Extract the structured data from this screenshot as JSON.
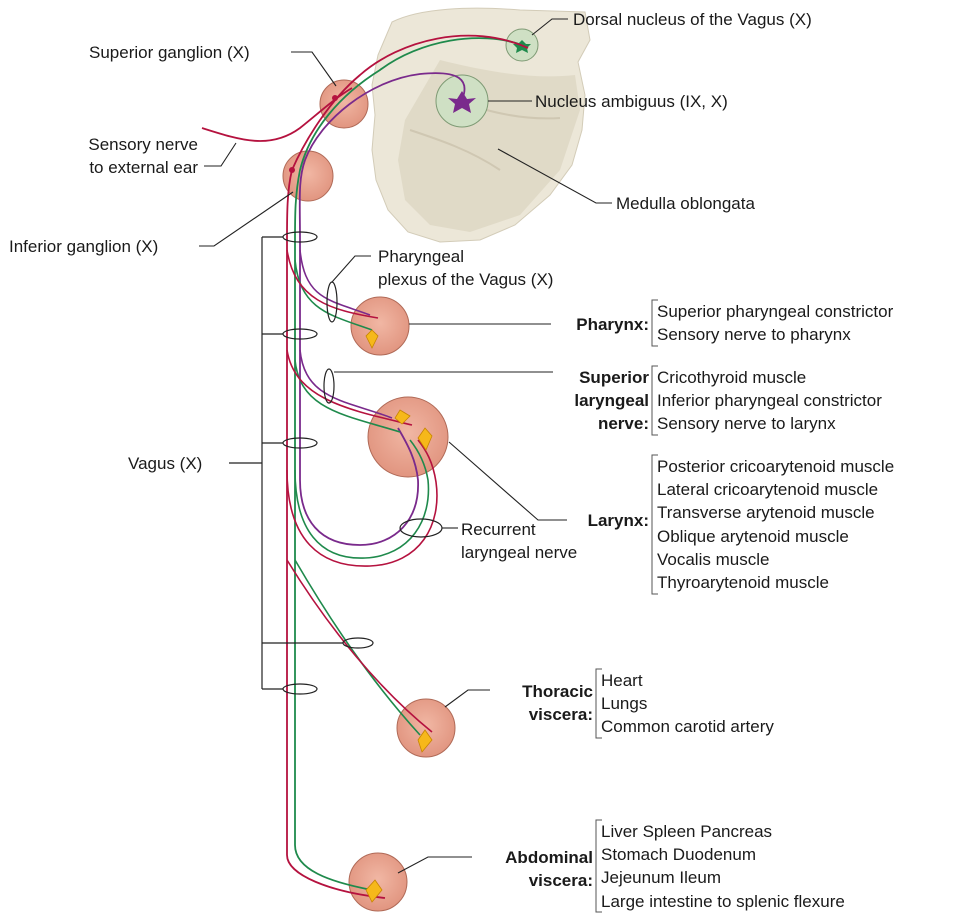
{
  "labels": {
    "dorsal_nucleus": "Dorsal nucleus of the Vagus (X)",
    "superior_ganglion": "Superior ganglion (X)",
    "nucleus_ambiguus": "Nucleus ambiguus (IX, X)",
    "sensory_nerve_ear": [
      "Sensory nerve",
      "to external ear"
    ],
    "medulla": "Medulla oblongata",
    "inferior_ganglion": "Inferior ganglion (X)",
    "pharyngeal_plexus": [
      "Pharyngeal",
      "plexus of the Vagus (X)"
    ],
    "vagus": "Vagus (X)",
    "recurrent": [
      "Recurrent",
      "laryngeal nerve"
    ]
  },
  "targets": {
    "pharynx": {
      "heading": [
        "Pharynx:"
      ],
      "items": [
        "Superior pharyngeal constrictor",
        "Sensory nerve to pharynx"
      ]
    },
    "superior_laryngeal": {
      "heading": [
        "Superior",
        "laryngeal",
        "nerve:"
      ],
      "items": [
        "Cricothyroid muscle",
        "Inferior pharyngeal constrictor",
        "Sensory nerve to larynx"
      ]
    },
    "larynx": {
      "heading": [
        "Larynx:"
      ],
      "items": [
        "Posterior cricoarytenoid muscle",
        "Lateral cricoarytenoid muscle",
        "Transverse arytenoid muscle",
        "Oblique arytenoid muscle",
        "Vocalis muscle",
        "Thyroarytenoid muscle"
      ]
    },
    "thoracic": {
      "heading": [
        "Thoracic",
        "viscera:"
      ],
      "items": [
        "Heart",
        "Lungs",
        "Common carotid artery"
      ]
    },
    "abdominal": {
      "heading": [
        "Abdominal",
        "viscera:"
      ],
      "items": [
        "Liver Spleen Pancreas",
        "Stomach Duodenum",
        "Jejeunum Ileum",
        "Large intestine to splenic flexure"
      ]
    }
  },
  "colors": {
    "sensory_fiber": "#b5123f",
    "parasympathetic_fiber": "#1f8a4c",
    "motor_fiber": "#7a2a8c",
    "ganglion_fill": "#e9a48f",
    "medulla_fill": "#ece7d8",
    "nucleus_fill": "#cfe0c4",
    "neuron_fill": "#f6b81a"
  }
}
